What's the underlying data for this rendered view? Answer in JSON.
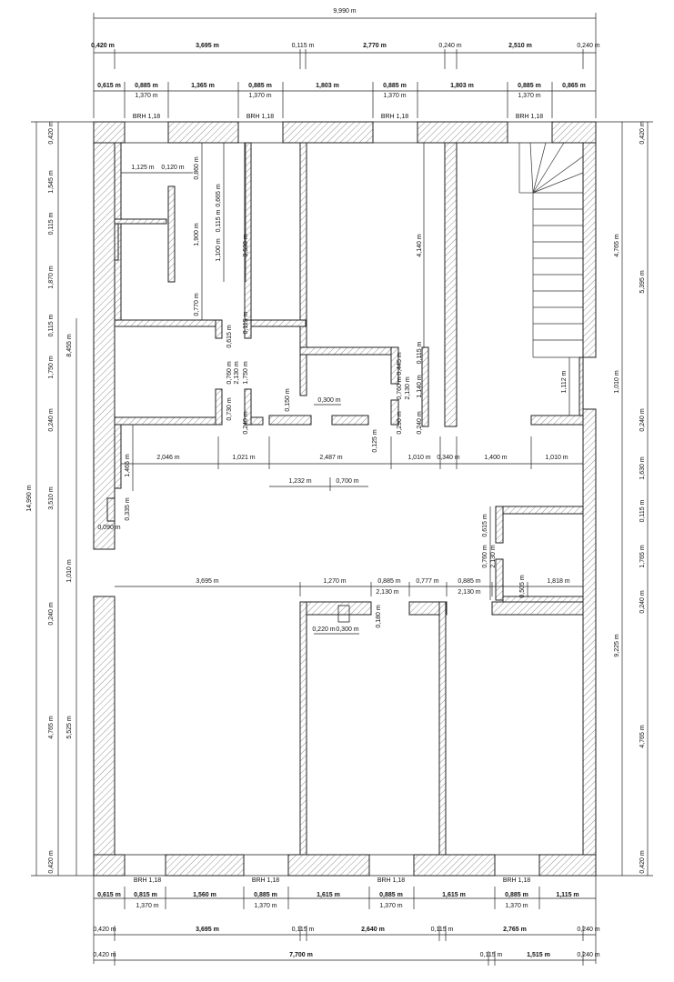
{
  "overall_width": "9,990 m",
  "overall_height": "14,990 m",
  "top_dims_row1": [
    "0,420 m",
    "3,695 m",
    "0,115 m",
    "2,770 m",
    "0,240 m",
    "2,510 m",
    "0,240 m"
  ],
  "top_dims_row2": [
    "0,615 m",
    "0,885 m",
    "1,365 m",
    "0,885 m",
    "1,803 m",
    "0,885 m",
    "1,803 m",
    "0,885 m",
    "0,865 m"
  ],
  "top_openings": [
    "1,370 m",
    "1,370 m",
    "1,370 m",
    "1,370 m"
  ],
  "top_brh": [
    "BRH 1,18",
    "BRH 1,18",
    "BRH 1,18",
    "BRH 1,18"
  ],
  "bottom_brh": [
    "BRH 1,18",
    "BRH 1,18",
    "BRH 1,18",
    "BRH 1,18"
  ],
  "bottom_dims_row1": [
    "0,615 m",
    "0,815 m",
    "1,560 m",
    "0,885 m",
    "1,615 m",
    "0,885 m",
    "1,615 m",
    "0,885 m",
    "1,115 m"
  ],
  "bottom_openings": [
    "1,370 m",
    "1,370 m",
    "1,370 m",
    "1,370 m"
  ],
  "bottom_dims_row2": [
    "0,420 m",
    "3,695 m",
    "0,115 m",
    "2,640 m",
    "0,115 m",
    "2,765 m",
    "0,240 m"
  ],
  "bottom_dims_row3": [
    "0,420 m",
    "7,700 m",
    "0,115 m",
    "1,515 m",
    "0,240 m"
  ],
  "left_outer": [
    "0,420 m",
    "1,545 m",
    "0,115 m",
    "1,870 m",
    "0,115 m",
    "1,750 m",
    "0,240 m",
    "3,510 m",
    "1,010 m",
    "0,240 m",
    "4,765 m",
    "0,420 m"
  ],
  "left_inner": [
    "8,455 m",
    "5,525 m"
  ],
  "right_outer": [
    "0,420 m",
    "4,765 m",
    "5,395 m",
    "1,010 m",
    "0,240 m",
    "1,630 m",
    "0,115 m",
    "1,765 m",
    "0,240 m",
    "9,225 m",
    "4,765 m",
    "0,420 m"
  ],
  "interior_top_left": [
    "1,125 m",
    "0,120 m",
    "0,860 m",
    "0,665 m",
    "1,900 m",
    "0,115 m",
    "1,100 m",
    "3,530 m",
    "0,770 m",
    "0,615 m",
    "0,115 m",
    "0,760 m",
    "2,130 m",
    "1,750 m",
    "0,730 m",
    "0,240 m"
  ],
  "interior_mid": [
    "4,140 m",
    "0,445 m",
    "0,760 m",
    "2,130 m",
    "1,140 m",
    "0,115 m",
    "0,290 m",
    "0,240 m",
    "0,150 m",
    "0,300 m",
    "0,125 m",
    "1,112 m"
  ],
  "corridor_row": [
    "2,046 m",
    "1,021 m",
    "2,487 m",
    "1,010 m",
    "0,340 m",
    "1,400 m",
    "1,010 m"
  ],
  "corridor_sub": [
    "1,232 m",
    "0,700 m"
  ],
  "left_small": [
    "1,465 m",
    "0,335 m",
    "0,090 m"
  ],
  "right_mid": [
    "0,615 m",
    "0,760 m",
    "2,130 m",
    "0,505 m"
  ],
  "lower_row": [
    "3,695 m",
    "1,270 m",
    "0,885 m",
    "0,777 m",
    "0,885 m",
    "1,818 m"
  ],
  "lower_sub": [
    "2,130 m",
    "2,130 m"
  ],
  "lower_small": [
    "0,220 m",
    "0,300 m",
    "0,180 m"
  ]
}
